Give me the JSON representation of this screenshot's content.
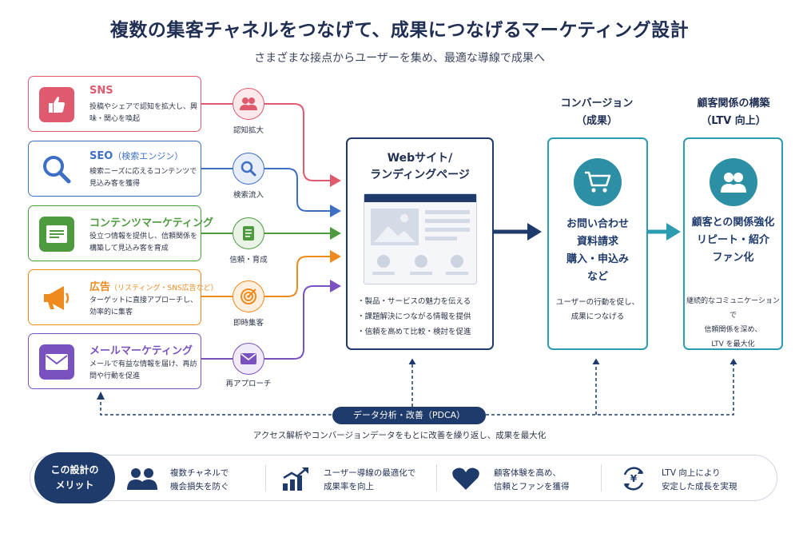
{
  "title": "複数の集客チャネルをつなげて、成果につなげるマーケティング設計",
  "subtitle": "さまざまな接点からユーザーを集め、最適な導線で成果へ",
  "channels": [
    {
      "name": "SNS",
      "name_sub": "",
      "desc": "投稿やシェアで認知を拡大し、興味・関心を喚起",
      "color": "#e05a6e",
      "icon": "thumbs-up-icon",
      "mid_label": "認知拡大",
      "mid_icon": "people-icon"
    },
    {
      "name": "SEO",
      "name_sub": "（検索エンジン）",
      "desc": "検索ニーズに応えるコンテンツで見込み客を獲得",
      "color": "#3d6fc4",
      "icon": "magnifier-icon",
      "mid_label": "検索流入",
      "mid_icon": "search-icon"
    },
    {
      "name": "コンテンツマーケティング",
      "name_sub": "",
      "desc": "役立つ情報を提供し、信頼関係を構築して見込み客を育成",
      "color": "#4e9a3f",
      "icon": "article-icon",
      "mid_label": "信頼・育成",
      "mid_icon": "document-icon"
    },
    {
      "name": "広告",
      "name_sub": "（リスティング・SNS広告など）",
      "desc": "ターゲットに直接アプローチし、効率的に集客",
      "color": "#ee8a1e",
      "icon": "megaphone-icon",
      "mid_label": "即時集客",
      "mid_icon": "target-icon"
    },
    {
      "name": "メールマーケティング",
      "name_sub": "",
      "desc": "メールで有益な情報を届け、再訪問や行動を促進",
      "color": "#7a52c0",
      "icon": "envelope-icon",
      "mid_label": "再アプローチ",
      "mid_icon": "mail-icon"
    }
  ],
  "website": {
    "title_line1": "Webサイト/",
    "title_line2": "ランディングページ",
    "bullets": [
      "・製品・サービスの魅力を伝える",
      "・課題解決につながる情報を提供",
      "・信頼を高めて比較・検討を促進"
    ]
  },
  "conversion": {
    "head_line1": "コンバージョン",
    "head_line2": "（成果）",
    "items": [
      "お問い合わせ",
      "資料請求",
      "購入・申込み",
      "など"
    ],
    "note_line1": "ユーザーの行動を促し、",
    "note_line2": "成果につなげる",
    "icon": "cart-icon"
  },
  "relation": {
    "head_line1": "顧客関係の構築",
    "head_line2": "（LTV 向上）",
    "items": [
      "顧客との関係強化",
      "リピート・紹介",
      "ファン化"
    ],
    "note_line1": "継続的なコミュニケーションで",
    "note_line2": "信頼関係を深め、",
    "note_line3": "LTV を最大化",
    "icon": "people-icon"
  },
  "feedback": {
    "label": "データ分析・改善（PDCA）",
    "note": "アクセス解析やコンバージョンデータをもとに改善を繰り返し、成果を最大化"
  },
  "merits": {
    "badge_line1": "この設計の",
    "badge_line2": "メリット",
    "items": [
      {
        "line1": "複数チャネルで",
        "line2": "機会損失を防ぐ",
        "icon": "group-icon"
      },
      {
        "line1": "ユーザー導線の最適化で",
        "line2": "成果率を向上",
        "icon": "growth-chart-icon"
      },
      {
        "line1": "顧客体験を高め、",
        "line2": "信頼とファンを獲得",
        "icon": "heart-icon"
      },
      {
        "line1": "LTV 向上により",
        "line2": "安定した成長を実現",
        "icon": "yen-cycle-icon"
      }
    ]
  },
  "colors": {
    "navy": "#1f3b6b",
    "teal": "#2c9cb0"
  }
}
